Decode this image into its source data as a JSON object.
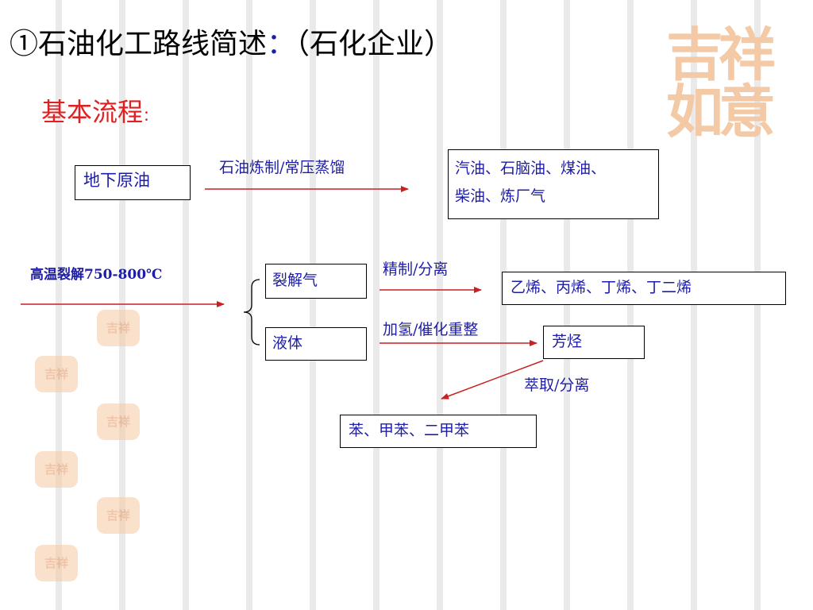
{
  "title": {
    "main": "①石油化工路线简述",
    "colon": "：",
    "paren": "（石化企业）"
  },
  "subtitle": {
    "text": "基本流程",
    "colon": "："
  },
  "nodes": {
    "crude_oil": "地下原油",
    "refined_products_line1": "汽油、石脑油、煤油、",
    "refined_products_line2": "柴油、炼厂气",
    "cracked_gas": "裂解气",
    "liquid": "液体",
    "olefins": "乙烯、丙烯、丁烯、丁二烯",
    "aromatics": "芳烃",
    "btx": "苯、甲苯、二甲苯"
  },
  "edges": {
    "refining": "石油炼制/常压蒸馏",
    "cracking": "高温裂解750-800℃",
    "refine_separate": "精制/分离",
    "hydro_reform": "加氢/催化重整",
    "extract_separate": "萃取/分离"
  },
  "colors": {
    "text_blue": "#1d1da6",
    "arrow_red": "#cc1f1f",
    "subtitle_red": "#e02020",
    "stamp_orange": "#f4c9a5"
  }
}
